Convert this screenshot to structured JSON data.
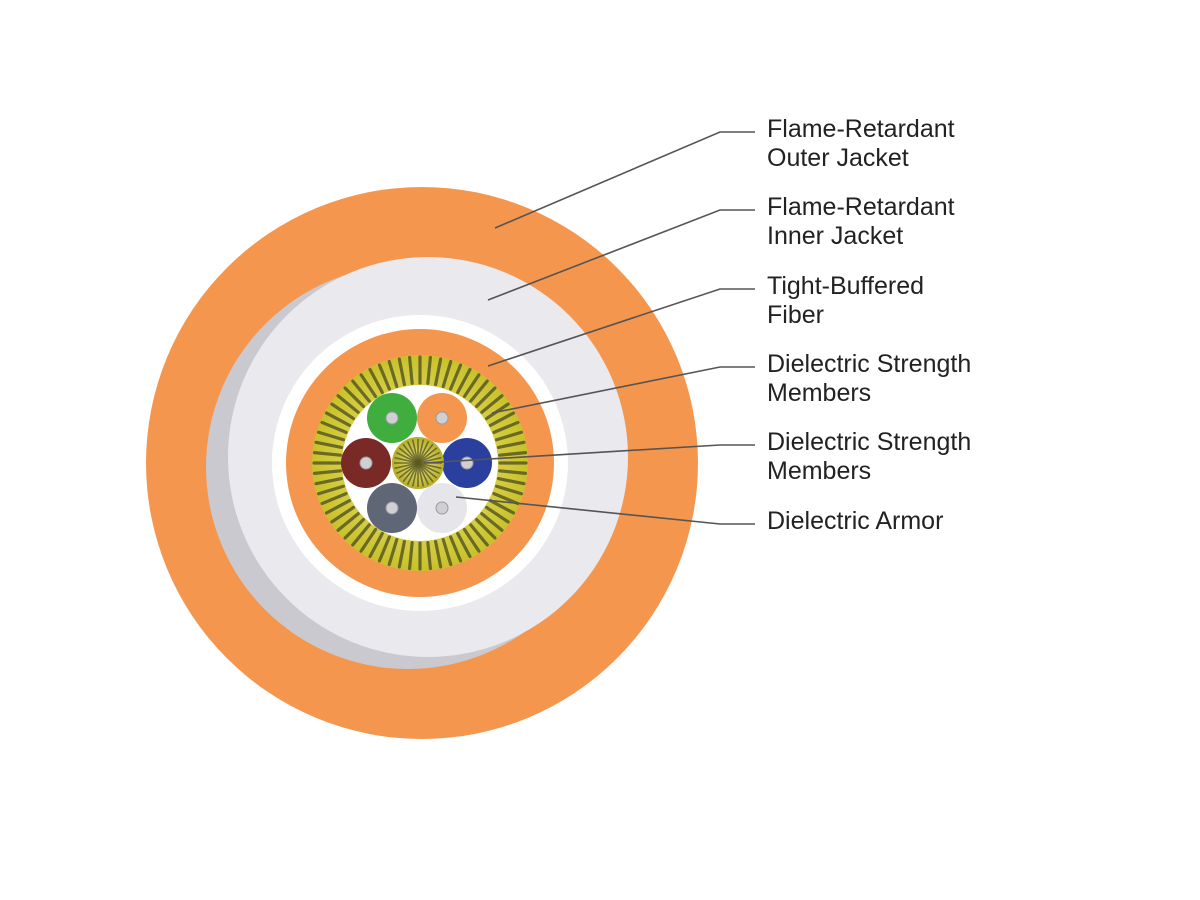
{
  "labels": [
    {
      "id": "outer-jacket",
      "lines": [
        "Flame-Retardant",
        "Outer Jacket"
      ]
    },
    {
      "id": "inner-jacket",
      "lines": [
        "Flame-Retardant",
        "Inner Jacket"
      ]
    },
    {
      "id": "tight-buffered-fiber",
      "lines": [
        "Tight-Buffered",
        "Fiber"
      ]
    },
    {
      "id": "strength-members-1",
      "lines": [
        "Dielectric Strength",
        "Members"
      ]
    },
    {
      "id": "strength-members-2",
      "lines": [
        "Dielectric Strength",
        "Members"
      ]
    },
    {
      "id": "dielectric-armor",
      "lines": [
        "Dielectric Armor"
      ]
    }
  ],
  "colors": {
    "jacket_orange": "#f5964f",
    "inner_jacket_white": "#e9e9ee",
    "inner_shadow": "#c9c9cf",
    "armor_light": "#ffffff",
    "yarn_yellow": "#d8d235",
    "yarn_dark": "#5a5a22",
    "leader_line": "#555555"
  },
  "fibers": [
    {
      "name": "green",
      "color": "#3fae3f"
    },
    {
      "name": "orange",
      "color": "#f5964f"
    },
    {
      "name": "blue",
      "color": "#2a3f9e"
    },
    {
      "name": "white",
      "color": "#e6e6ea"
    },
    {
      "name": "slate",
      "color": "#5f6675"
    },
    {
      "name": "brown",
      "color": "#7a2a26"
    }
  ]
}
